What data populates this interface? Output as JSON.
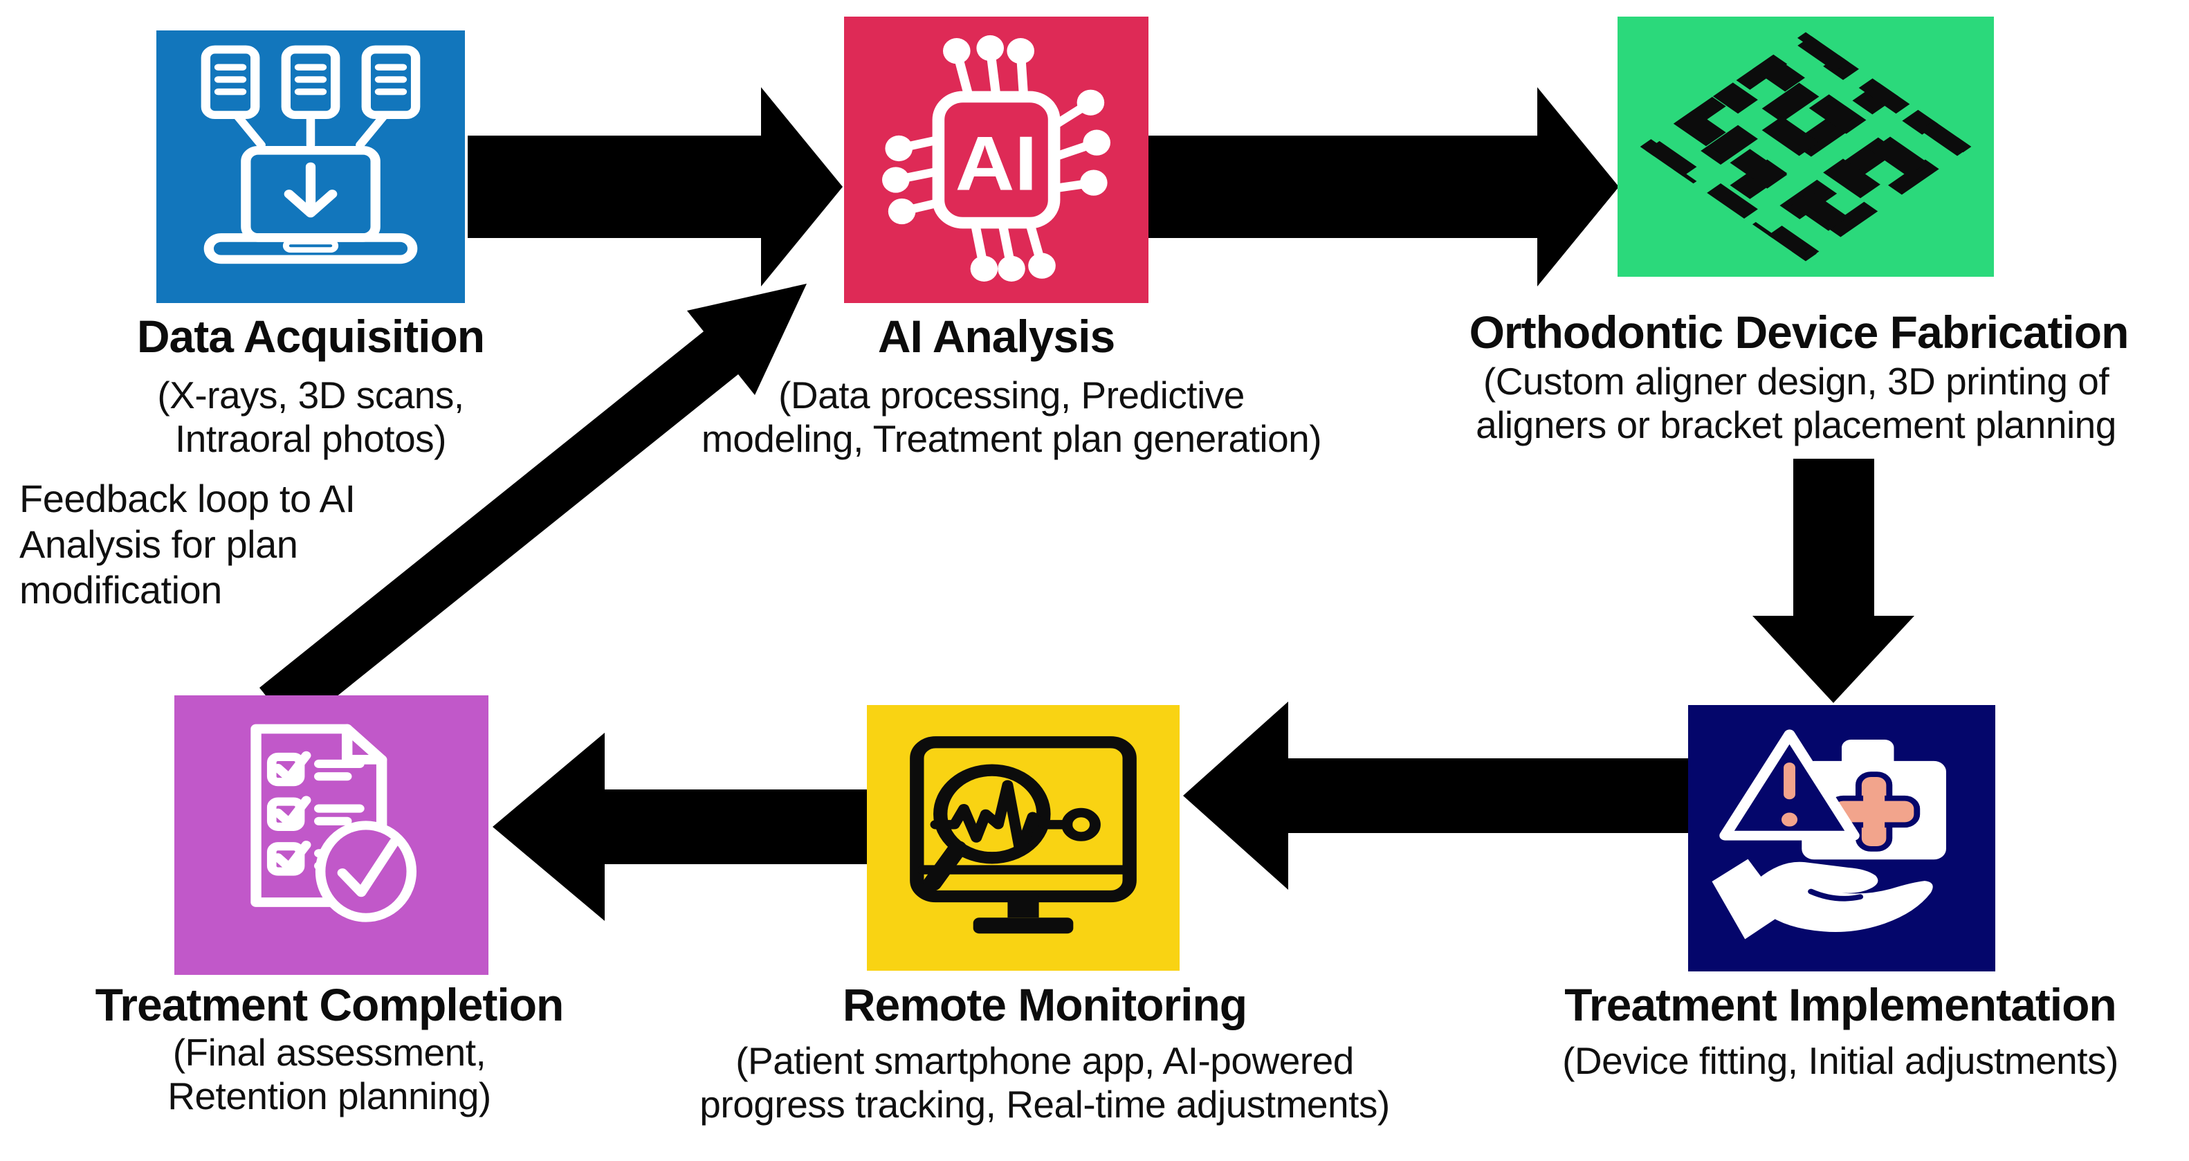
{
  "diagram": {
    "background": "#ffffff",
    "arrow_color": "#000000",
    "accent_salmon": "#F2A48C",
    "feedback_note": {
      "lines": [
        "Feedback loop to AI",
        "Analysis for plan",
        "modification"
      ]
    },
    "nodes": [
      {
        "id": "data-acquisition",
        "title": "Data Acquisition",
        "subtitle_lines": [
          "(X-rays, 3D scans,",
          "Intraoral photos)"
        ],
        "color": "#1276BC",
        "icon": "documents-download-laptop-icon"
      },
      {
        "id": "ai-analysis",
        "title": "AI Analysis",
        "subtitle_lines": [
          "(Data processing, Predictive",
          "modeling, Treatment plan generation)"
        ],
        "color": "#DE2A56",
        "icon": "ai-chip-icon",
        "icon_label": "AI"
      },
      {
        "id": "orthodontic-device-fabrication",
        "title": "Orthodontic Device Fabrication",
        "subtitle_lines": [
          "(Custom aligner design, 3D printing of",
          "aligners or bracket placement planning"
        ],
        "color": "#2BD97B",
        "icon": "woven-pattern-icon"
      },
      {
        "id": "treatment-implementation",
        "title": "Treatment Implementation",
        "subtitle_lines": [
          "(Device fitting, Initial adjustments)"
        ],
        "color": "#04066B",
        "icon": "hand-first-aid-warning-icon"
      },
      {
        "id": "remote-monitoring",
        "title": "Remote Monitoring",
        "subtitle_lines": [
          "(Patient smartphone app, AI-powered",
          "progress tracking, Real-time adjustments)"
        ],
        "color": "#F9D313",
        "icon": "monitor-heartbeat-magnifier-icon"
      },
      {
        "id": "treatment-completion",
        "title": "Treatment Completion",
        "subtitle_lines": [
          "(Final assessment,",
          "Retention planning)"
        ],
        "color": "#C158C9",
        "icon": "checklist-check-icon"
      }
    ],
    "arrows": [
      {
        "from": "data-acquisition",
        "to": "ai-analysis"
      },
      {
        "from": "ai-analysis",
        "to": "orthodontic-device-fabrication"
      },
      {
        "from": "orthodontic-device-fabrication",
        "to": "treatment-implementation"
      },
      {
        "from": "treatment-implementation",
        "to": "remote-monitoring"
      },
      {
        "from": "remote-monitoring",
        "to": "treatment-completion"
      },
      {
        "from": "treatment-completion",
        "to": "ai-analysis"
      }
    ]
  }
}
